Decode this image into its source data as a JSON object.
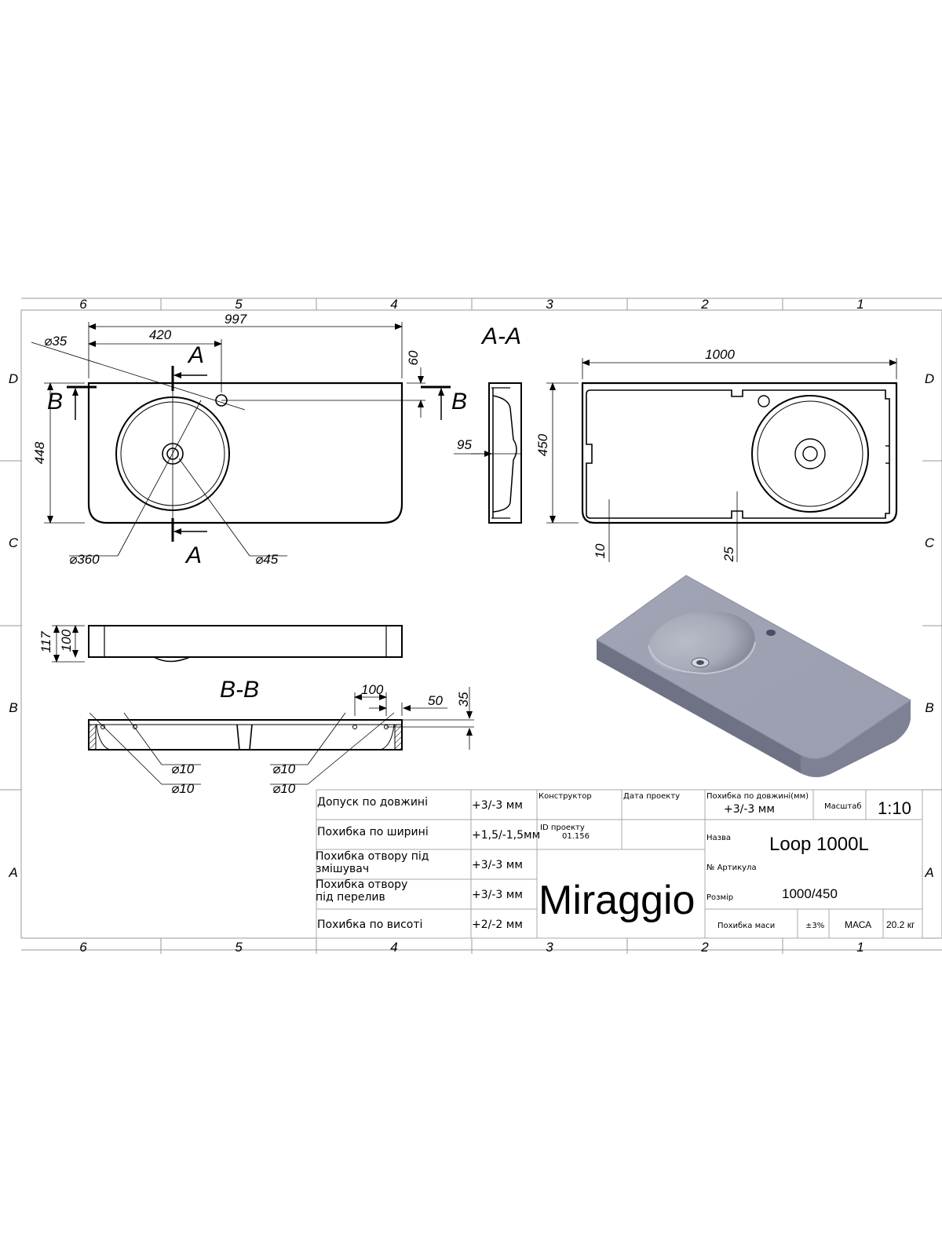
{
  "frame": {
    "top_columns": [
      "6",
      "5",
      "4",
      "3",
      "2",
      "1"
    ],
    "bottom_columns": [
      "6",
      "5",
      "4",
      "3",
      "2",
      "1"
    ],
    "rows": [
      "D",
      "C",
      "B",
      "A"
    ]
  },
  "plan_view": {
    "width": "997",
    "overflow_offset": "420",
    "overflow_diameter": "⌀35",
    "edge_offset": "60",
    "depth": "448",
    "basin_diameter": "⌀360",
    "drain_diameter": "⌀45",
    "section_a": "A",
    "section_b": "B"
  },
  "section_aa": {
    "title": "A-A",
    "depth": "95"
  },
  "top_view": {
    "width": "1000",
    "depth": "450",
    "edge": "10",
    "notch": "25"
  },
  "side_view": {
    "total_height": "117",
    "body_height": "100"
  },
  "section_bb": {
    "title": "B-B",
    "hole_spacing": "100",
    "hole_offset": "50",
    "hole_depth": "35",
    "hole_1": "⌀10",
    "hole_2": "⌀10",
    "hole_3": "⌀10",
    "hole_4": "⌀10"
  },
  "title_block": {
    "tolerances": [
      {
        "label": "Допуск по довжині",
        "value": "+3/-3 мм"
      },
      {
        "label": "Похибка по ширині",
        "value": "+1,5/-1,5мм"
      },
      {
        "label": "Похибка отвору під змішувач",
        "value": "+3/-3 мм"
      },
      {
        "label": "Похибка отвору під перелив",
        "value": "+3/-3 мм"
      },
      {
        "label": "Похибка по висоті",
        "value": "+2/-2 мм"
      }
    ],
    "designer_label": "Конструктор",
    "date_label": "Дата проекту",
    "project_id_label": "ID проекту",
    "project_id": "01.156",
    "brand": "Miraggio",
    "length_tol_label": "Похибка по довжині(мм)",
    "length_tol": "+3/-3 мм",
    "scale_label": "Масштаб",
    "scale": "1:10",
    "name_label": "Назва",
    "name": "Loop 1000L",
    "article_label": "№ Артикула",
    "size_label": "Розмір",
    "size": "1000/450",
    "mass_tol_label": "Похибка маси",
    "mass_tol": "±3%",
    "mass_label": "МАСА",
    "mass": "20.2 кг"
  }
}
